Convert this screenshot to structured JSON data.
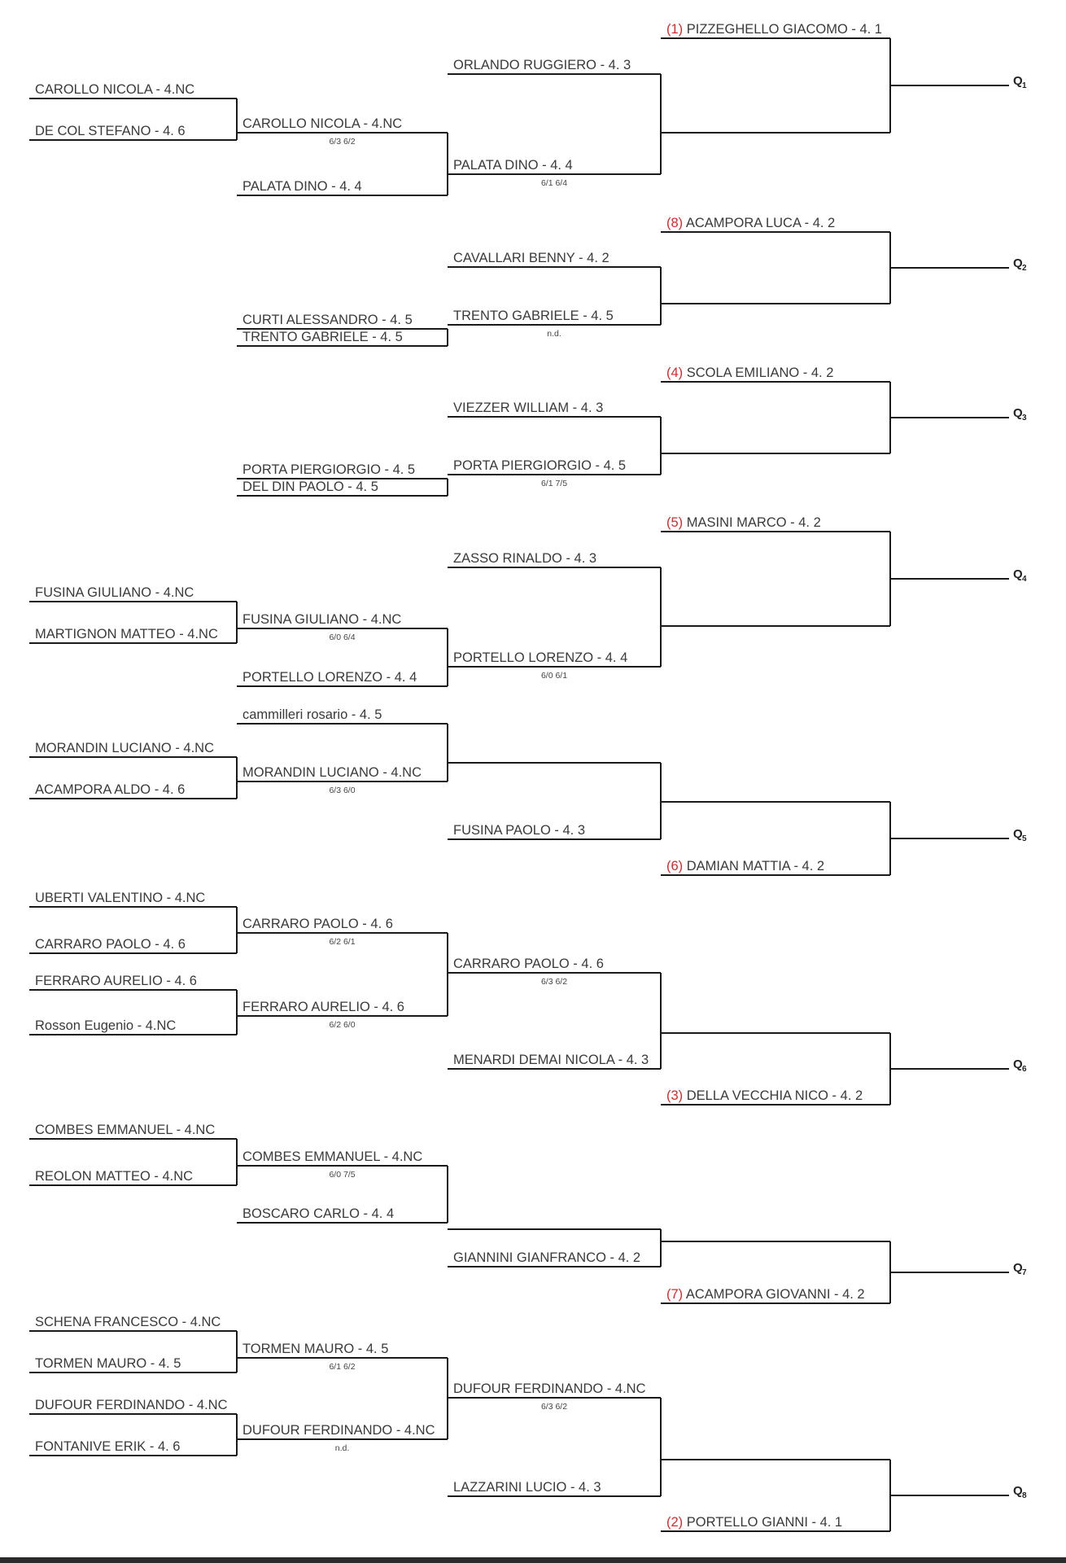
{
  "rounds": {
    "r1": [
      {
        "name": "CAROLLO NICOLA - 4.NC"
      },
      {
        "name": "DE COL STEFANO - 4. 6"
      },
      {
        "name": "FUSINA GIULIANO - 4.NC"
      },
      {
        "name": "MARTIGNON MATTEO - 4.NC"
      },
      {
        "name": "MORANDIN LUCIANO - 4.NC"
      },
      {
        "name": "ACAMPORA ALDO - 4. 6"
      },
      {
        "name": "UBERTI VALENTINO - 4.NC"
      },
      {
        "name": "CARRARO PAOLO - 4. 6"
      },
      {
        "name": "FERRARO AURELIO - 4. 6"
      },
      {
        "name": "Rosson Eugenio - 4.NC"
      },
      {
        "name": "COMBES EMMANUEL - 4.NC"
      },
      {
        "name": "REOLON MATTEO - 4.NC"
      },
      {
        "name": "SCHENA FRANCESCO - 4.NC"
      },
      {
        "name": "TORMEN MAURO - 4. 5"
      },
      {
        "name": "DUFOUR FERDINANDO - 4.NC"
      },
      {
        "name": "FONTANIVE ERIK - 4. 6"
      }
    ],
    "r2": [
      {
        "name": "CAROLLO NICOLA - 4.NC",
        "score": "6/3 6/2"
      },
      {
        "name": "PALATA DINO - 4. 4"
      },
      {
        "name": "CURTI ALESSANDRO - 4. 5"
      },
      {
        "name": "TRENTO GABRIELE - 4. 5"
      },
      {
        "name": "PORTA PIERGIORGIO - 4. 5"
      },
      {
        "name": "DEL DIN PAOLO - 4. 5"
      },
      {
        "name": "FUSINA GIULIANO - 4.NC",
        "score": "6/0 6/4"
      },
      {
        "name": "PORTELLO LORENZO - 4. 4"
      },
      {
        "name": "cammilleri rosario - 4. 5"
      },
      {
        "name": "MORANDIN LUCIANO - 4.NC",
        "score": "6/3 6/0"
      },
      {
        "name": "CARRARO PAOLO - 4. 6",
        "score": "6/2 6/1"
      },
      {
        "name": "FERRARO AURELIO - 4. 6",
        "score": "6/2 6/0"
      },
      {
        "name": "COMBES EMMANUEL - 4.NC",
        "score": "6/0 7/5"
      },
      {
        "name": "BOSCARO CARLO - 4. 4"
      },
      {
        "name": "TORMEN MAURO - 4. 5",
        "score": "6/1 6/2"
      },
      {
        "name": "DUFOUR FERDINANDO - 4.NC",
        "score": "n.d."
      }
    ],
    "r3": [
      {
        "name": "ORLANDO RUGGIERO - 4. 3"
      },
      {
        "name": "PALATA DINO - 4. 4",
        "score": "6/1 6/4"
      },
      {
        "name": "CAVALLARI BENNY - 4. 2"
      },
      {
        "name": "TRENTO GABRIELE - 4. 5",
        "score": "n.d."
      },
      {
        "name": "VIEZZER WILLIAM - 4. 3"
      },
      {
        "name": "PORTA PIERGIORGIO - 4. 5",
        "score": "6/1 7/5"
      },
      {
        "name": "ZASSO RINALDO - 4. 3"
      },
      {
        "name": "PORTELLO LORENZO - 4. 4",
        "score": "6/0 6/1"
      },
      {
        "name": ""
      },
      {
        "name": "FUSINA PAOLO - 4. 3"
      },
      {
        "name": "CARRARO PAOLO - 4. 6",
        "score": "6/3 6/2"
      },
      {
        "name": "MENARDI DEMAI NICOLA - 4. 3"
      },
      {
        "name": ""
      },
      {
        "name": "GIANNINI GIANFRANCO - 4. 2"
      },
      {
        "name": "DUFOUR FERDINANDO - 4.NC",
        "score": "6/3 6/2"
      },
      {
        "name": "LAZZARINI LUCIO - 4. 3"
      }
    ],
    "r4": [
      {
        "seed": "(1)",
        "name": "PIZZEGHELLO GIACOMO - 4. 1"
      },
      {
        "name": ""
      },
      {
        "seed": "(8)",
        "name": "ACAMPORA LUCA - 4. 2"
      },
      {
        "name": ""
      },
      {
        "seed": "(4)",
        "name": "SCOLA EMILIANO - 4. 2"
      },
      {
        "name": ""
      },
      {
        "seed": "(5)",
        "name": "MASINI MARCO - 4. 2"
      },
      {
        "name": ""
      },
      {
        "name": ""
      },
      {
        "seed": "(6)",
        "name": "DAMIAN MATTIA - 4. 2"
      },
      {
        "name": ""
      },
      {
        "seed": "(3)",
        "name": "DELLA VECCHIA NICO - 4. 2"
      },
      {
        "name": ""
      },
      {
        "seed": "(7)",
        "name": "ACAMPORA GIOVANNI - 4. 2"
      },
      {
        "name": ""
      },
      {
        "seed": "(2)",
        "name": "PORTELLO GIANNI - 4. 1"
      }
    ]
  },
  "qualifiers": [
    {
      "main": "Q",
      "sub": "1"
    },
    {
      "main": "Q",
      "sub": "2"
    },
    {
      "main": "Q",
      "sub": "3"
    },
    {
      "main": "Q",
      "sub": "4"
    },
    {
      "main": "Q",
      "sub": "5"
    },
    {
      "main": "Q",
      "sub": "6"
    },
    {
      "main": "Q",
      "sub": "7"
    },
    {
      "main": "Q",
      "sub": "8"
    }
  ],
  "colors": {
    "seed": "#e0262b",
    "line": "#1a1a1a",
    "text": "#3a3a3a"
  }
}
